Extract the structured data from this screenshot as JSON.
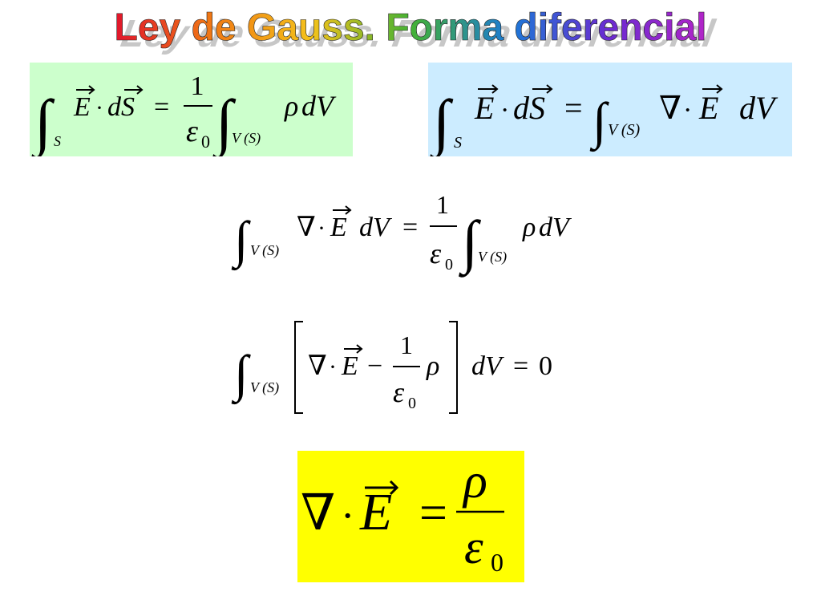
{
  "slide": {
    "title": "Ley de Gauss. Forma diferencial",
    "title_colors": [
      "#e0142c",
      "#f07a14",
      "#f4c21a",
      "#44b233",
      "#1b7ad6",
      "#6a2bd1",
      "#b325c8"
    ],
    "equations": {
      "integral_form": {
        "lhs_E": "E",
        "lhs_dot": "·",
        "lhs_dS": "dS",
        "lhs_sub": "S",
        "eq": "=",
        "frac_num": "1",
        "frac_den": "ε",
        "frac_den_sub": "0",
        "rhs_sub": "V (S)",
        "rhs_rho": "ρ",
        "rhs_dV": "dV",
        "background": "#ccffcc"
      },
      "divergence_theorem": {
        "lhs_E": "E",
        "lhs_dot": "·",
        "lhs_dS": "dS",
        "lhs_sub": "S",
        "eq": "=",
        "rhs_sub": "V (S)",
        "nabla": "∇",
        "rhs_dot": "·",
        "rhs_E": "E",
        "rhs_dV": "dV",
        "background": "#ccecff"
      },
      "combined": {
        "lhs_sub": "V (S)",
        "nabla": "∇",
        "dot": "·",
        "E": "E",
        "dV": "dV",
        "eq": "=",
        "frac_num": "1",
        "frac_den": "ε",
        "frac_den_sub": "0",
        "rhs_sub": "V (S)",
        "rho": "ρ",
        "rhs_dV": "dV"
      },
      "zero_integral": {
        "sub": "V (S)",
        "nabla": "∇",
        "dot": "·",
        "E": "E",
        "minus": "−",
        "frac_num": "1",
        "frac_den": "ε",
        "frac_den_sub": "0",
        "rho": "ρ",
        "dV": "dV",
        "eq": "=",
        "zero": "0"
      },
      "differential_form": {
        "nabla": "∇",
        "dot": "·",
        "E": "E",
        "eq": "=",
        "frac_num": "ρ",
        "frac_den": "ε",
        "frac_den_sub": "0",
        "background": "#ffff00"
      }
    }
  }
}
